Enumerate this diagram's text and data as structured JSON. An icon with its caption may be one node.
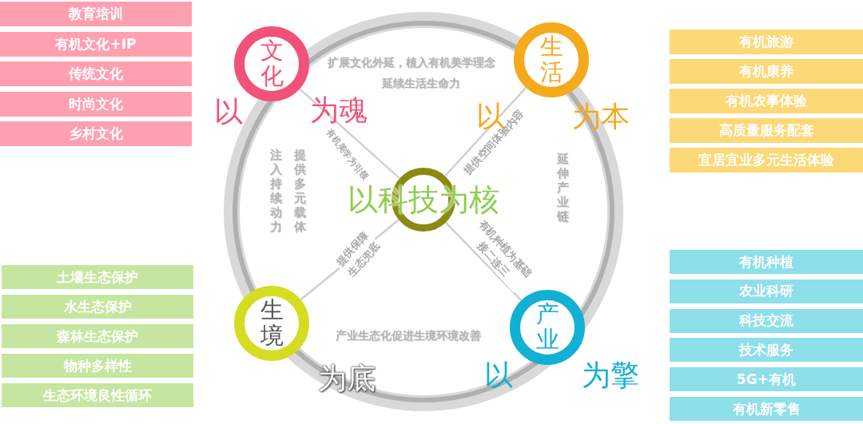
{
  "diagram": {
    "nodes": [
      {
        "text": [
          "文化"
        ],
        "beside": [
          "以",
          "为魂"
        ]
      },
      {
        "text": [
          "生活"
        ],
        "beside": [
          "以",
          "为本"
        ]
      },
      {
        "text": [
          "以科技为核"
        ]
      },
      {
        "text": [
          "生境"
        ],
        "beside": [
          "为底"
        ]
      },
      {
        "text": [
          "产业"
        ],
        "beside": [
          "以",
          "为擎"
        ]
      },
      {
        "text": [
          "教育培训"
        ]
      },
      {
        "text": [
          "有机文化+IP"
        ]
      },
      {
        "text": [
          "传统文化"
        ]
      },
      {
        "text": [
          "时尚文化"
        ]
      },
      {
        "text": [
          "乡村文化"
        ]
      },
      {
        "text": [
          "有机旅游"
        ]
      },
      {
        "text": [
          "有机康养"
        ]
      },
      {
        "text": [
          "有机农事体验"
        ]
      },
      {
        "text": [
          "高质量服务配套"
        ]
      },
      {
        "text": [
          "宜居宜业多元生活体验"
        ]
      },
      {
        "text": [
          "土壤生态保护"
        ]
      },
      {
        "text": [
          "水生态保护"
        ]
      },
      {
        "text": [
          "森林生态保护"
        ]
      },
      {
        "text": [
          "物种多样性"
        ]
      },
      {
        "text": [
          "生态环境良性循环"
        ]
      },
      {
        "text": [
          "有机种植"
        ]
      },
      {
        "text": [
          "农业科研"
        ]
      },
      {
        "text": [
          "科技交流"
        ]
      },
      {
        "text": [
          "技术服务"
        ]
      },
      {
        "text": [
          "5G+有机"
        ]
      },
      {
        "text": [
          "有机新零售"
        ]
      }
    ],
    "edges": [
      {
        "from": 0,
        "to": 2,
        "arrow": "none",
        "label": "有机美学为引领"
      },
      {
        "from": 1,
        "to": 2,
        "arrow": "none",
        "label": "提供空间体验内容"
      },
      {
        "from": 3,
        "to": 2,
        "arrow": "none",
        "label": "提供保障 生态兜底"
      },
      {
        "from": 4,
        "to": 2,
        "arrow": "none",
        "label": "有机种植为基础 接二连三"
      }
    ],
    "labels": [
      "扩展文化外延，植入有机美学理念",
      "延续生活生命力",
      "提供多元载体",
      "注入持续动力",
      "延伸产业链",
      "产业生态化促进生境环境改善"
    ]
  }
}
